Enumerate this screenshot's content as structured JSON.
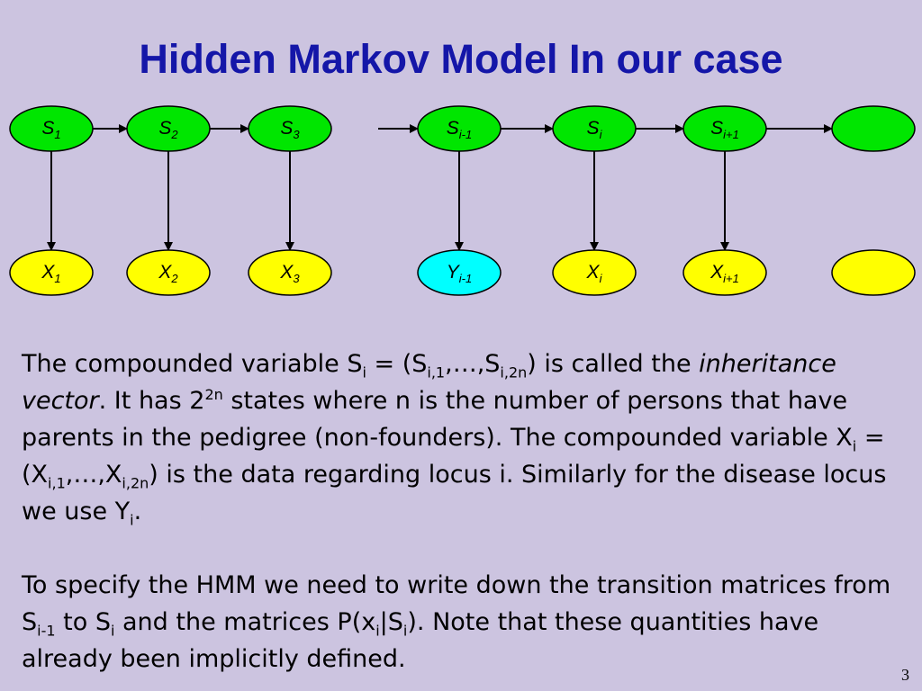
{
  "title": "Hidden Markov Model In our case",
  "colors": {
    "background": "#ccc4e0",
    "title": "#1416a8",
    "state_node": "#00e600",
    "observation_node": "#ffff00",
    "disease_node": "#00ffff"
  },
  "diagram": {
    "states": [
      {
        "base": "S",
        "sub": "1"
      },
      {
        "base": "S",
        "sub": "2"
      },
      {
        "base": "S",
        "sub": "3"
      },
      {
        "base": "S",
        "sub": "i-1"
      },
      {
        "base": "S",
        "sub": "i"
      },
      {
        "base": "S",
        "sub": "i+1"
      },
      {
        "base": "",
        "sub": ""
      }
    ],
    "observations": [
      {
        "base": "X",
        "sub": "1"
      },
      {
        "base": "X",
        "sub": "2"
      },
      {
        "base": "X",
        "sub": "3"
      },
      {
        "base": "Y",
        "sub": "i-1"
      },
      {
        "base": "X",
        "sub": "i"
      },
      {
        "base": "X",
        "sub": "i+1"
      },
      {
        "base": "",
        "sub": ""
      }
    ]
  },
  "paragraph1": {
    "t1": "The compounded variable S",
    "s1": "i",
    "t2": " = (S",
    "s2": "i,1",
    "t3": ",…,S",
    "s3": "i,2n",
    "t4": ") is called the ",
    "em": "inheritance vector",
    "t5": ". It has 2",
    "sup": "2n",
    "t6": " states where n is the number of persons that have parents in the pedigree (non-founders). The compounded variable X",
    "s4": "i",
    "t7": " = (X",
    "s5": "i,1",
    "t8": ",…,X",
    "s6": "i,2n",
    "t9": ")  is the data regarding locus i. Similarly for the disease locus we use Y",
    "s7": "i",
    "t10": "."
  },
  "paragraph2": {
    "t1": "To specify the HMM we need to write down the transition matrices from S",
    "s1": "i-1",
    "t2": " to S",
    "s2": "i",
    "t3": "  and the matrices P(x",
    "s3": "i",
    "t4": "|S",
    "s4": "i",
    "t5": "). Note that these quantities have already been implicitly defined."
  },
  "page_number": "3"
}
